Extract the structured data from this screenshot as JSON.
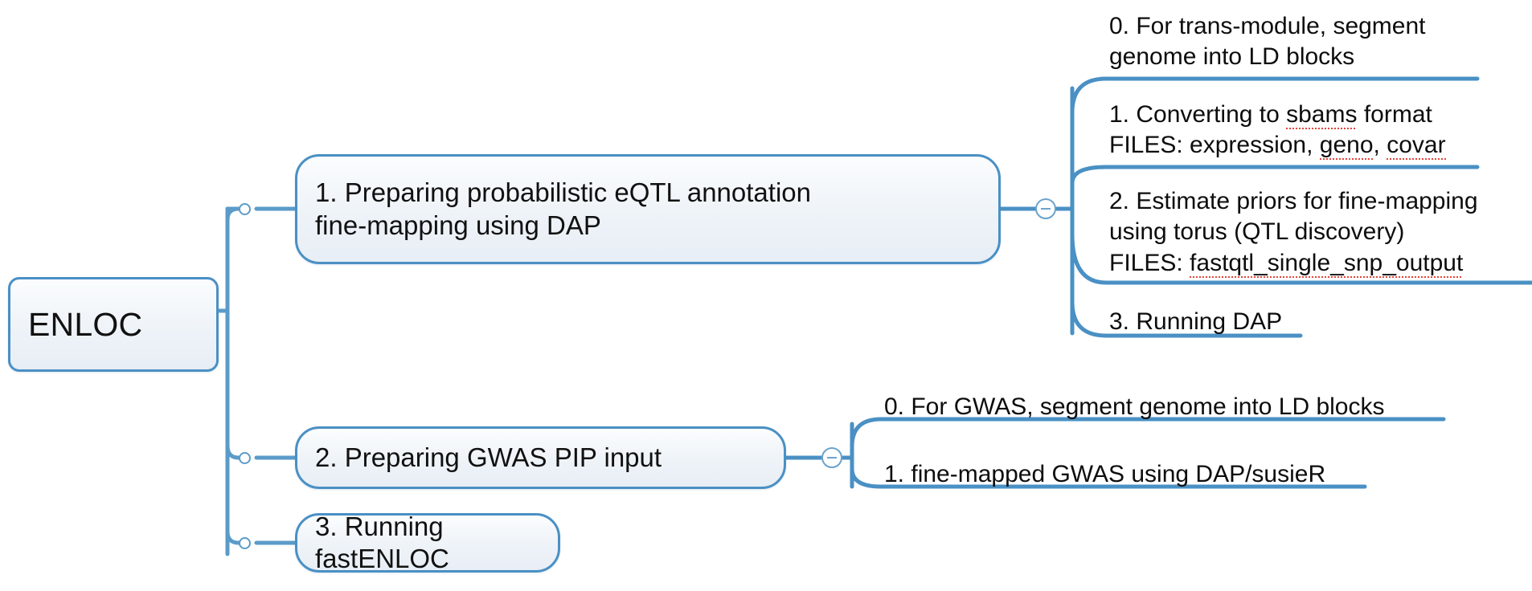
{
  "diagram": {
    "type": "mind-map",
    "title": "ENLOC",
    "accent_color": "#4a90c4",
    "node_fill": "#eef3f8",
    "text_color": "#111111",
    "spellcheck_color": "#e2453c",
    "background": "#ffffff"
  },
  "root": {
    "label": "ENLOC"
  },
  "branches": [
    {
      "id": "branch-1",
      "label": "1. Preparing probabilistic eQTL annotation\nfine-mapping using DAP",
      "collapse_state": "expanded",
      "children": [
        {
          "id": "b1-c0",
          "lines": [
            "0. For trans-module, segment",
            "genome into LD blocks"
          ],
          "misspelled": []
        },
        {
          "id": "b1-c1",
          "lines": [
            "1. Converting to sbams format",
            "FILES: expression, geno, covar"
          ],
          "misspelled": [
            "sbams",
            "geno",
            "covar"
          ]
        },
        {
          "id": "b1-c2",
          "lines": [
            "2. Estimate priors for fine-mapping",
            "using torus (QTL discovery)",
            "FILES: fastqtl_single_snp_output"
          ],
          "misspelled": [
            "fastqtl_single_snp_output"
          ]
        },
        {
          "id": "b1-c3",
          "lines": [
            "3. Running DAP"
          ],
          "misspelled": []
        }
      ]
    },
    {
      "id": "branch-2",
      "label": "2. Preparing GWAS PIP input",
      "collapse_state": "expanded",
      "children": [
        {
          "id": "b2-c0",
          "lines": [
            "0. For GWAS, segment genome into LD blocks"
          ],
          "misspelled": []
        },
        {
          "id": "b2-c1",
          "lines": [
            "1. fine-mapped GWAS using DAP/susieR"
          ],
          "misspelled": []
        }
      ]
    },
    {
      "id": "branch-3",
      "label": "3. Running fastENLOC",
      "collapse_state": "leaf",
      "children": []
    }
  ]
}
